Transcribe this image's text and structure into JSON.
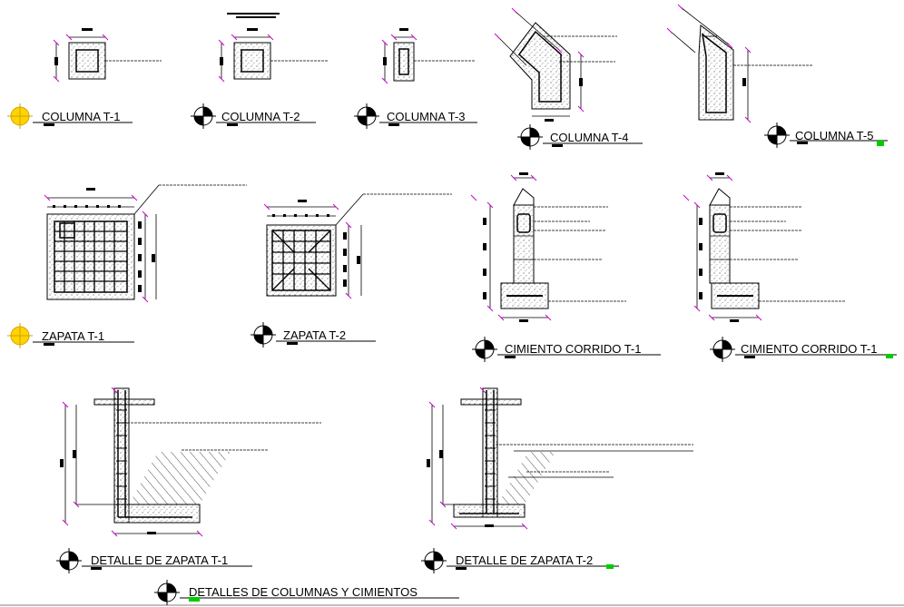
{
  "sheet": {
    "title": "DETALLES DE COLUMNAS Y CIMIENTOS"
  },
  "details": [
    {
      "id": "col-t1",
      "label": "COLUMNA T-1"
    },
    {
      "id": "col-t2",
      "label": "COLUMNA T-2"
    },
    {
      "id": "col-t3",
      "label": "COLUMNA T-3"
    },
    {
      "id": "col-t4",
      "label": "COLUMNA T-4"
    },
    {
      "id": "col-t5",
      "label": "COLUMNA T-5"
    },
    {
      "id": "zap-t1",
      "label": "ZAPATA T-1"
    },
    {
      "id": "zap-t2",
      "label": "ZAPATA T-2"
    },
    {
      "id": "cim-a",
      "label": "CIMIENTO CORRIDO T-1"
    },
    {
      "id": "cim-b",
      "label": "CIMIENTO CORRIDO T-1"
    },
    {
      "id": "det-z1",
      "label": "DETALLE DE ZAPATA T-1"
    },
    {
      "id": "det-z2",
      "label": "DETALLE DE ZAPATA T-2"
    }
  ],
  "colors": {
    "line": "#000000",
    "dimension_tick": "#cc00cc",
    "highlight_symbol": "#ffd400",
    "green_marker": "#00cc00"
  }
}
